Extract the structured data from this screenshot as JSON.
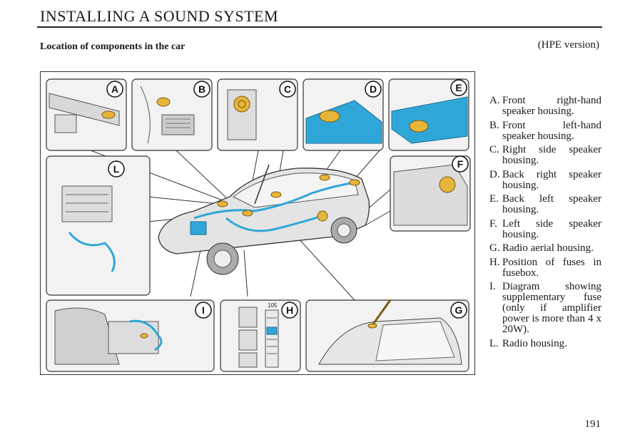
{
  "header": {
    "title": "INSTALLING A SOUND SYSTEM",
    "subtitle": "Location of components in the car",
    "version": "(HPE version)"
  },
  "figure": {
    "insets": [
      {
        "key": "A"
      },
      {
        "key": "B"
      },
      {
        "key": "C"
      },
      {
        "key": "D"
      },
      {
        "key": "E"
      },
      {
        "key": "L"
      },
      {
        "key": "F"
      },
      {
        "key": "I"
      },
      {
        "key": "H"
      },
      {
        "key": "G"
      }
    ],
    "fuse_label": "105"
  },
  "legend": [
    {
      "key": "A.",
      "text": "Front right-hand speaker housing."
    },
    {
      "key": "B.",
      "text": "Front left-hand speaker housing."
    },
    {
      "key": "C.",
      "text": "Right side speaker housing."
    },
    {
      "key": "D.",
      "text": "Back right speaker housing."
    },
    {
      "key": "E.",
      "text": "Back left speaker housing."
    },
    {
      "key": "F.",
      "text": "Left side speaker housing."
    },
    {
      "key": "G.",
      "text": "Radio aerial housing."
    },
    {
      "key": "H.",
      "text": "Position of fuses in fusebox."
    },
    {
      "key": "I.",
      "text": "Diagram showing supplementary fuse (only if amplifier power is more than 4 x 20W)."
    },
    {
      "key": "L.",
      "text": "Radio housing."
    }
  ],
  "footer": {
    "page_number": "191"
  },
  "colors": {
    "highlight_blue": "#2fa6d8",
    "speaker_yellow": "#e8b53a",
    "line_art": "#333333"
  }
}
